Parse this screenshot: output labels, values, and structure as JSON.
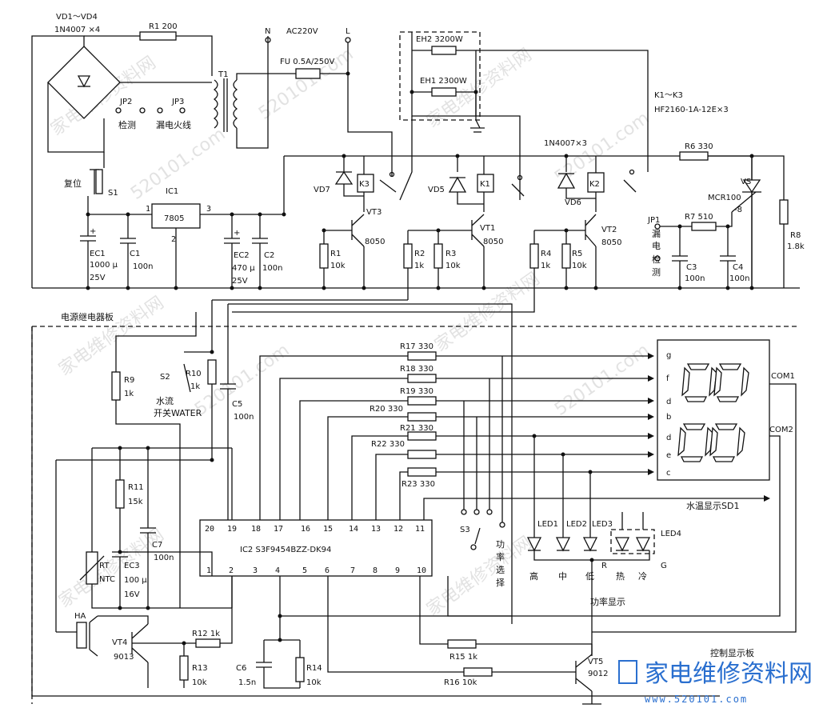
{
  "labels": {
    "vd_bridge": "VD1～VD4",
    "vd_type": "1N4007 ×4",
    "r1": "R1 200",
    "n": "N",
    "ac": "AC220V",
    "l": "L",
    "fu": "FU 0.5A/250V",
    "t1": "T1",
    "eh2": "EH2 3200W",
    "eh1": "EH1 2300W",
    "k_range": "K1～K3",
    "k_type": "HF2160-1A-12E×3",
    "jp2": "JP2",
    "jp3": "JP3",
    "jiance": "检测",
    "loudian": "漏电火线",
    "diode3": "1N4007×3",
    "r6": "R6 330",
    "vs": "VS",
    "mcr": "MCR100",
    "mcr8": "-8",
    "r8": "R8",
    "r8v": "1.8k",
    "fuwei": "复位",
    "s1": "S1",
    "ic1": "IC1",
    "ic1_part": "7805",
    "ic1_p1": "1",
    "ic1_p2": "2",
    "ic1_p3": "3",
    "vd7": "VD7",
    "k3": "K3",
    "vt3": "VT3",
    "vt3_part": "8050",
    "vd5": "VD5",
    "k1": "K1",
    "vt1": "VT1",
    "vt1_part": "8050",
    "vd6": "VD6",
    "k2": "K2",
    "vt2": "VT2",
    "vt2_part": "8050",
    "jp1": "JP1",
    "r7": "R7 510",
    "ld1": "漏",
    "ld2": "电",
    "ld3": "检",
    "ld4": "测",
    "ec1": "EC1",
    "ec1_v1": "1000 μ",
    "ec1_v2": "25V",
    "c1": "C1",
    "c1v": "100n",
    "ec2": "EC2",
    "ec2_v1": "470 μ",
    "ec2_v2": "25V",
    "c2": "C2",
    "c2v": "100n",
    "r1b": "R1",
    "r1bv": "10k",
    "r2": "R2",
    "r2v": "1k",
    "r3": "R3",
    "r3v": "10k",
    "r4": "R4",
    "r4v": "1k",
    "r5": "R5",
    "r5v": "10k",
    "c3": "C3",
    "c3v": "100n",
    "c4": "C4",
    "c4v": "100n",
    "power_board": "电源继电器板",
    "r9": "R9",
    "r9v": "1k",
    "s2": "S2",
    "r10": "R10",
    "r10v": "1k",
    "water1": "水流",
    "water2": "开关WATER",
    "c5": "C5",
    "c5v": "100n",
    "r17": "R17 330",
    "r18": "R18 330",
    "r19": "R19 330",
    "r20": "R20 330",
    "r21": "R21 330",
    "r22": "R22 330",
    "r23": "R23 330",
    "seg_g": "g",
    "seg_f": "f",
    "seg_d1": "d",
    "seg_b": "b",
    "seg_d2": "d",
    "seg_e": "e",
    "seg_c": "c",
    "com1": "COM1",
    "com2": "COM2",
    "sd1": "水温显示SD1",
    "r11": "R11",
    "r11v": "15k",
    "ic2": "IC2 S3F9454BZZ-DK94",
    "pins_top": [
      "20",
      "19",
      "18",
      "17",
      "16",
      "15",
      "14",
      "13",
      "12",
      "11"
    ],
    "pins_bot": [
      "1",
      "2",
      "3",
      "4",
      "5",
      "6",
      "7",
      "8",
      "9",
      "10"
    ],
    "s3": "S3",
    "gl1": "功",
    "gl2": "率",
    "gl3": "选",
    "gl4": "择",
    "led1": "LED1",
    "led2": "LED2",
    "led3": "LED3",
    "led4": "LED4",
    "rt": "RT",
    "ntc": "NTC",
    "ec3": "EC3",
    "ec3_v1": "100 μ",
    "ec3_v2": "16V",
    "c7": "C7",
    "c7v": "100n",
    "gao": "高",
    "zhong": "中",
    "di": "低",
    "re": "热",
    "leng": "冷",
    "led_r": "R",
    "led_g": "G",
    "power_show": "功率显示",
    "ha": "HA",
    "vt4": "VT4",
    "vt4_part": "9013",
    "r12": "R12 1k",
    "r13": "R13",
    "r13v": "10k",
    "c6": "C6",
    "c6v": "1.5n",
    "r14": "R14",
    "r14v": "10k",
    "r15": "R15 1k",
    "r16": "R16 10k",
    "vt5": "VT5",
    "vt5_part": "9012",
    "ctrl_board": "控制显示板",
    "brand": "家电维修资料网",
    "brand_url": "www.520101.com"
  },
  "watermark": {
    "text1": "家电维修资料网",
    "text2": "520101.com"
  }
}
